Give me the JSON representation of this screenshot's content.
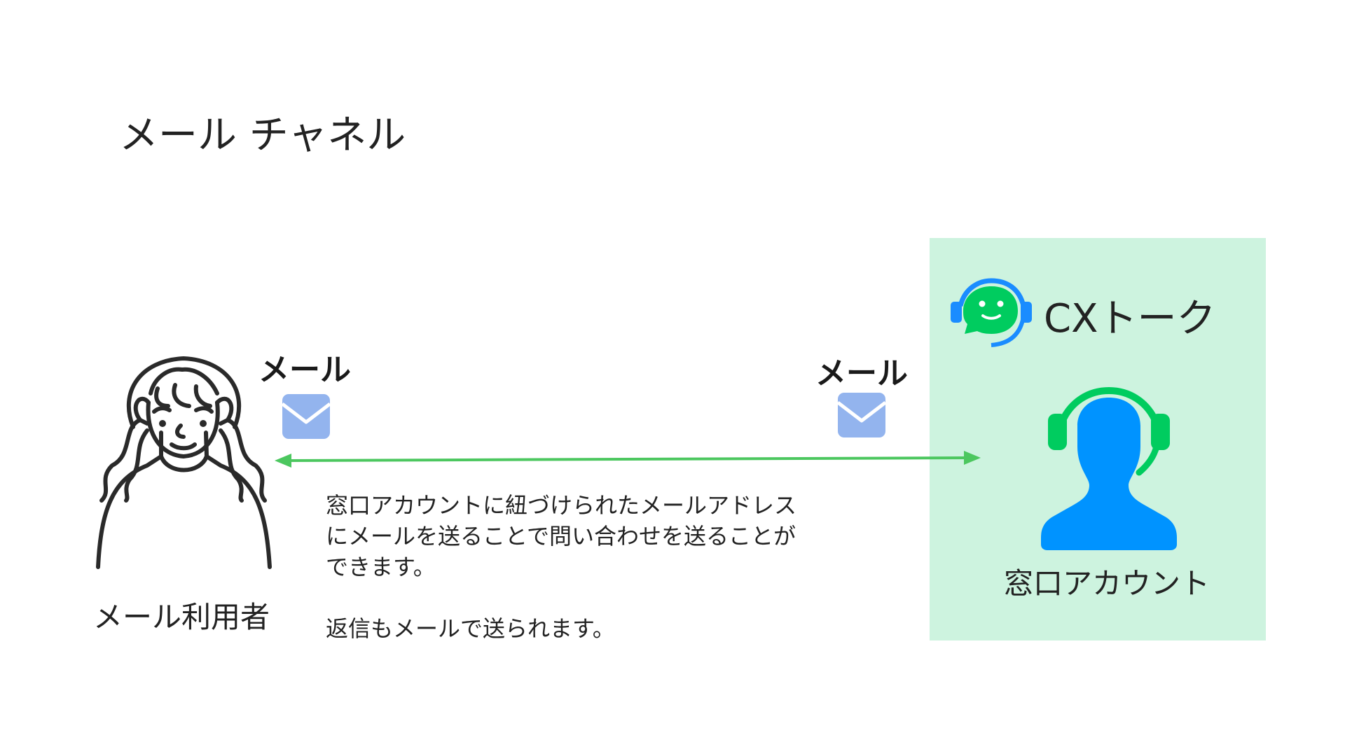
{
  "title": "メール チャネル",
  "user": {
    "label": "メール利用者"
  },
  "left_mail": {
    "label": "メール"
  },
  "right_mail": {
    "label": "メール"
  },
  "description": {
    "lines": [
      "窓口アカウントに紐づけられたメールアドレス",
      "にメールを送ることで問い合わせを送ることが",
      "できます。"
    ],
    "reply": "返信もメールで送られます。"
  },
  "service": {
    "brand": "CXトーク",
    "agent_label": "窓口アカウント"
  },
  "colors": {
    "panel": "#cdf3df",
    "arrow": "#4cc75f",
    "envelope": "#93b4ee",
    "agent_body": "#0093ff",
    "headset": "#00cc5f",
    "logo_ring": "#1a8cff"
  }
}
